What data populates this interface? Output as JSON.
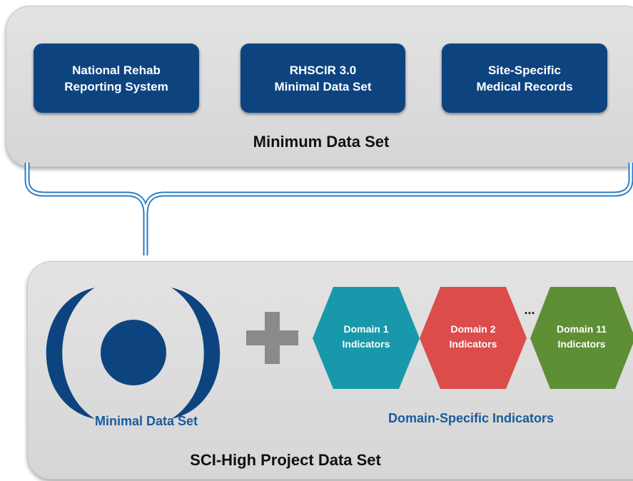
{
  "colors": {
    "navy": "#0d4480",
    "box_blue": "#0d4480",
    "text_blue": "#1a5a9c",
    "connector_blue": "#2a7ec4",
    "plus_gray": "#8a8a8a",
    "domain1": "#1899ab",
    "domain2": "#dc4c4a",
    "domain11": "#5e8f34"
  },
  "top_panel": {
    "title": "Minimum Data Set",
    "sources": [
      {
        "label": "National Rehab\nReporting System"
      },
      {
        "label": "RHSCIR 3.0\nMinimal Data Set"
      },
      {
        "label": "Site-Specific\nMedical Records"
      }
    ]
  },
  "bottom_panel": {
    "title": "SCI-High Project Data Set",
    "minimal_label": "Minimal Data Set",
    "plus_icon": "plus-icon",
    "domains_label": "Domain-Specific Indicators",
    "ellipsis": "...",
    "domains": [
      {
        "line1": "Domain 1",
        "line2": "Indicators"
      },
      {
        "line1": "Domain 2",
        "line2": "Indicators"
      },
      {
        "line1": "Domain 11",
        "line2": "Indicators"
      }
    ]
  }
}
